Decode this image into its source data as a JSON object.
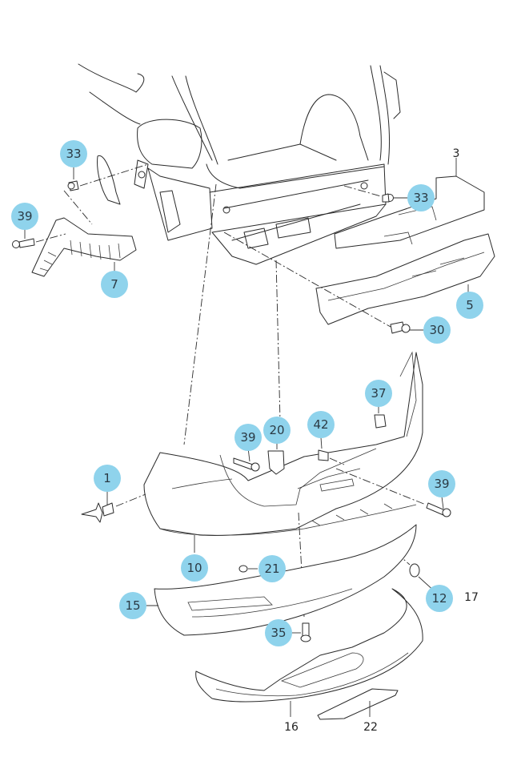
{
  "diagram": {
    "title": "Rear bumper assembly exploded parts diagram",
    "highlight_color": "#8fd3ec",
    "callouts": [
      {
        "id": "c33a",
        "label": "33",
        "part": "clip"
      },
      {
        "id": "c39a",
        "label": "39",
        "part": "screw"
      },
      {
        "id": "c7",
        "label": "7",
        "part": "side-bracket"
      },
      {
        "id": "c33b",
        "label": "33",
        "part": "clip"
      },
      {
        "id": "c5",
        "label": "5",
        "part": "impact-absorber"
      },
      {
        "id": "c30",
        "label": "30",
        "part": "bolt"
      },
      {
        "id": "c37",
        "label": "37",
        "part": "clip-nut"
      },
      {
        "id": "c20",
        "label": "20",
        "part": "guide-bracket"
      },
      {
        "id": "c39b",
        "label": "39",
        "part": "screw"
      },
      {
        "id": "c42",
        "label": "42",
        "part": "spreader-nut"
      },
      {
        "id": "c1",
        "label": "1",
        "part": "expanding-rivet"
      },
      {
        "id": "c39c",
        "label": "39",
        "part": "screw"
      },
      {
        "id": "c10",
        "label": "10",
        "part": "bumper-cover"
      },
      {
        "id": "c21",
        "label": "21",
        "part": "washer"
      },
      {
        "id": "c15",
        "label": "15",
        "part": "lower-trim"
      },
      {
        "id": "c12",
        "label": "12",
        "part": "tow-eye-cap"
      },
      {
        "id": "c35",
        "label": "35",
        "part": "bolt"
      }
    ],
    "plain_labels": [
      {
        "id": "l3",
        "label": "3",
        "part": "reinforcement"
      },
      {
        "id": "l17",
        "label": "17",
        "part": "license-plate-bracket"
      },
      {
        "id": "l16",
        "label": "16",
        "part": "diffuser-panel"
      },
      {
        "id": "l22",
        "label": "22",
        "part": "insert-strip"
      }
    ]
  }
}
